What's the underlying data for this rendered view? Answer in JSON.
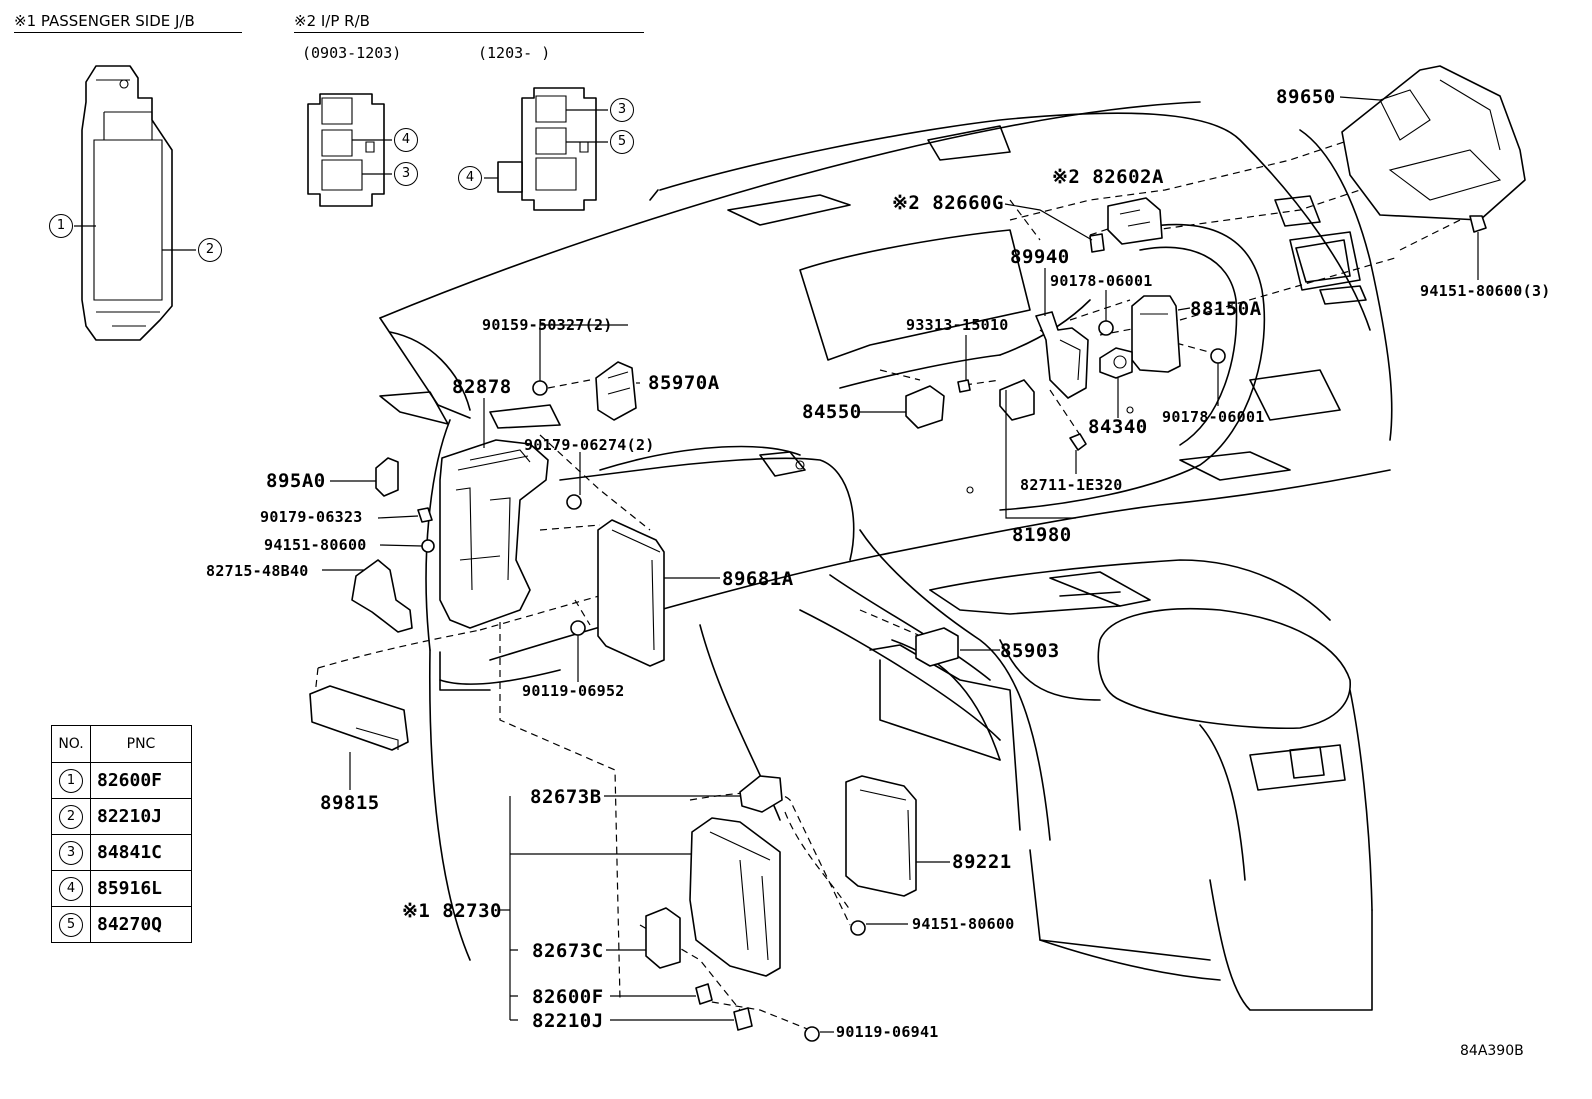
{
  "headers": {
    "jb": "※1 PASSENGER SIDE J/B",
    "iprb": "※2 I/P R/B",
    "range1": "(0903-1203)",
    "range2": "(1203-      )"
  },
  "callouts": {
    "jb": [
      "1",
      "2"
    ],
    "rb1": [
      "4",
      "3"
    ],
    "rb2": [
      "3",
      "5",
      "4"
    ]
  },
  "labels": {
    "p89650": "89650",
    "p82602A": "※2 82602A",
    "p82660G": "※2 82660G",
    "p89940": "89940",
    "p90178a": "90178-06001",
    "p88150A": "88150A",
    "p94151c": "94151-80600(3)",
    "p90159": "90159-50327(2)",
    "p93313": "93313-15010",
    "p85970A": "85970A",
    "p82878": "82878",
    "p84550": "84550",
    "p84340": "84340",
    "p90178b": "90178-06001",
    "p90179a": "90179-06274(2)",
    "p82711": "82711-1E320",
    "p895A0": "895A0",
    "p90179b": "90179-06323",
    "p94151a": "94151-80600",
    "p82715": "82715-48B40",
    "p81980": "81980",
    "p89681A": "89681A",
    "p85903": "85903",
    "p90119a": "90119-06952",
    "p89815": "89815",
    "p82673B": "82673B",
    "p89221": "89221",
    "p82730": "※1 82730",
    "p94151b": "94151-80600",
    "p82673C": "82673C",
    "p82600F": "82600F",
    "p82210J": "82210J",
    "p90119b": "90119-06941",
    "code": "84A390B"
  },
  "table": {
    "col_no": "NO.",
    "col_pnc": "PNC",
    "rows": [
      {
        "no": "1",
        "pnc": "82600F"
      },
      {
        "no": "2",
        "pnc": "82210J"
      },
      {
        "no": "3",
        "pnc": "84841C"
      },
      {
        "no": "4",
        "pnc": "85916L"
      },
      {
        "no": "5",
        "pnc": "84270Q"
      }
    ]
  }
}
